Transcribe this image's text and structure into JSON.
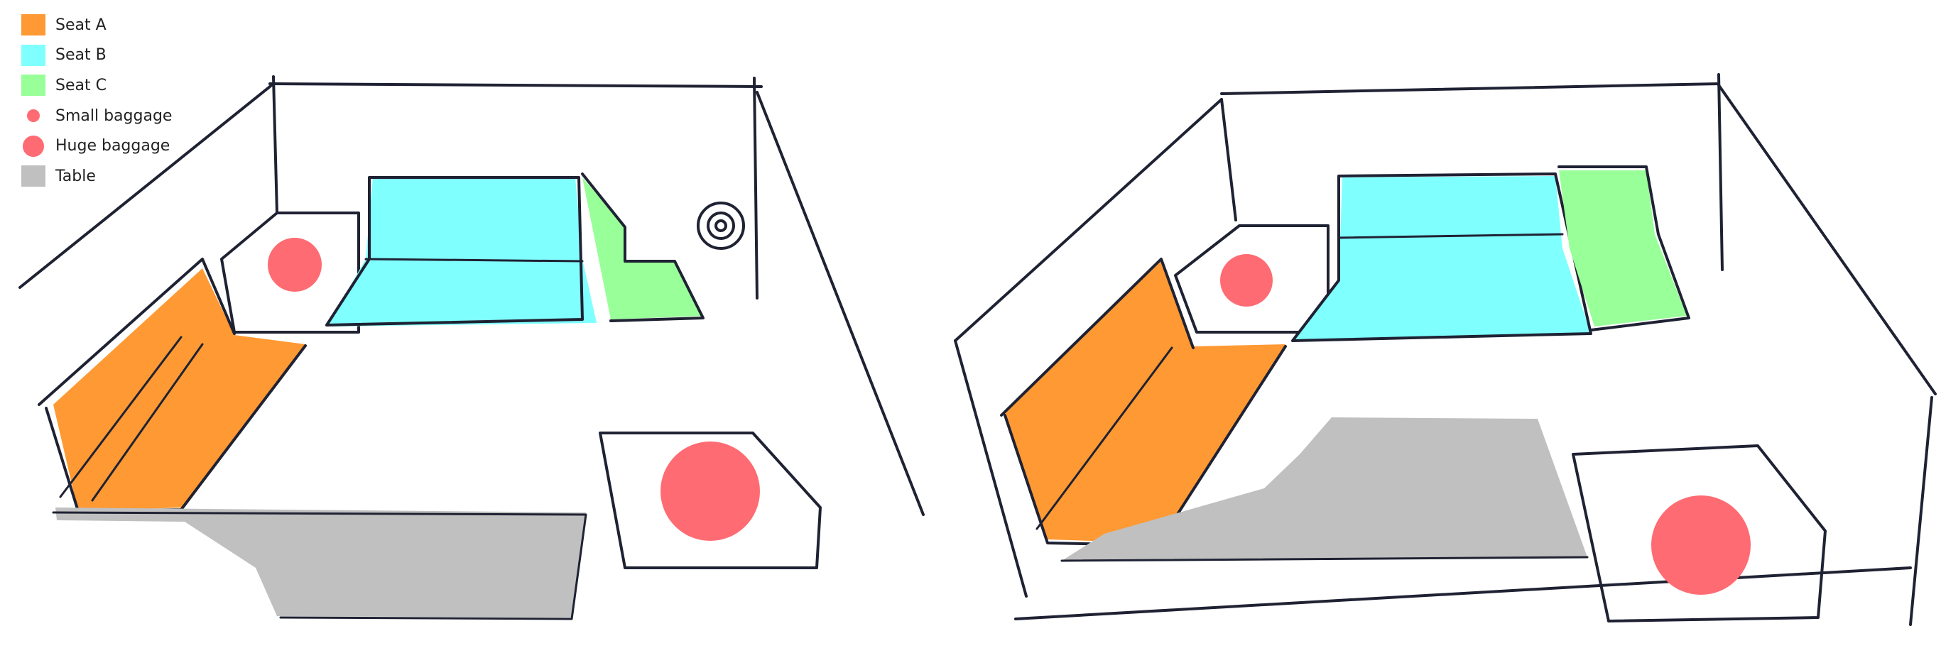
{
  "legend": {
    "items": [
      {
        "label": "Seat A",
        "color": "#ff9933",
        "shape": "square"
      },
      {
        "label": "Seat B",
        "color": "#80ffff",
        "shape": "square"
      },
      {
        "label": "Seat C",
        "color": "#99ff99",
        "shape": "square"
      },
      {
        "label": "Small baggage",
        "color": "#ff6b73",
        "shape": "small-circle"
      },
      {
        "label": "Huge baggage",
        "color": "#ff6b73",
        "shape": "large-circle"
      },
      {
        "label": "Table",
        "color": "#c0c0c0",
        "shape": "square"
      }
    ]
  },
  "colors": {
    "seat_a": "#ff9933",
    "seat_b": "#80ffff",
    "seat_c": "#99ff99",
    "baggage": "#ff6b73",
    "table": "#c0c0c0",
    "ink": "#1f2233"
  }
}
